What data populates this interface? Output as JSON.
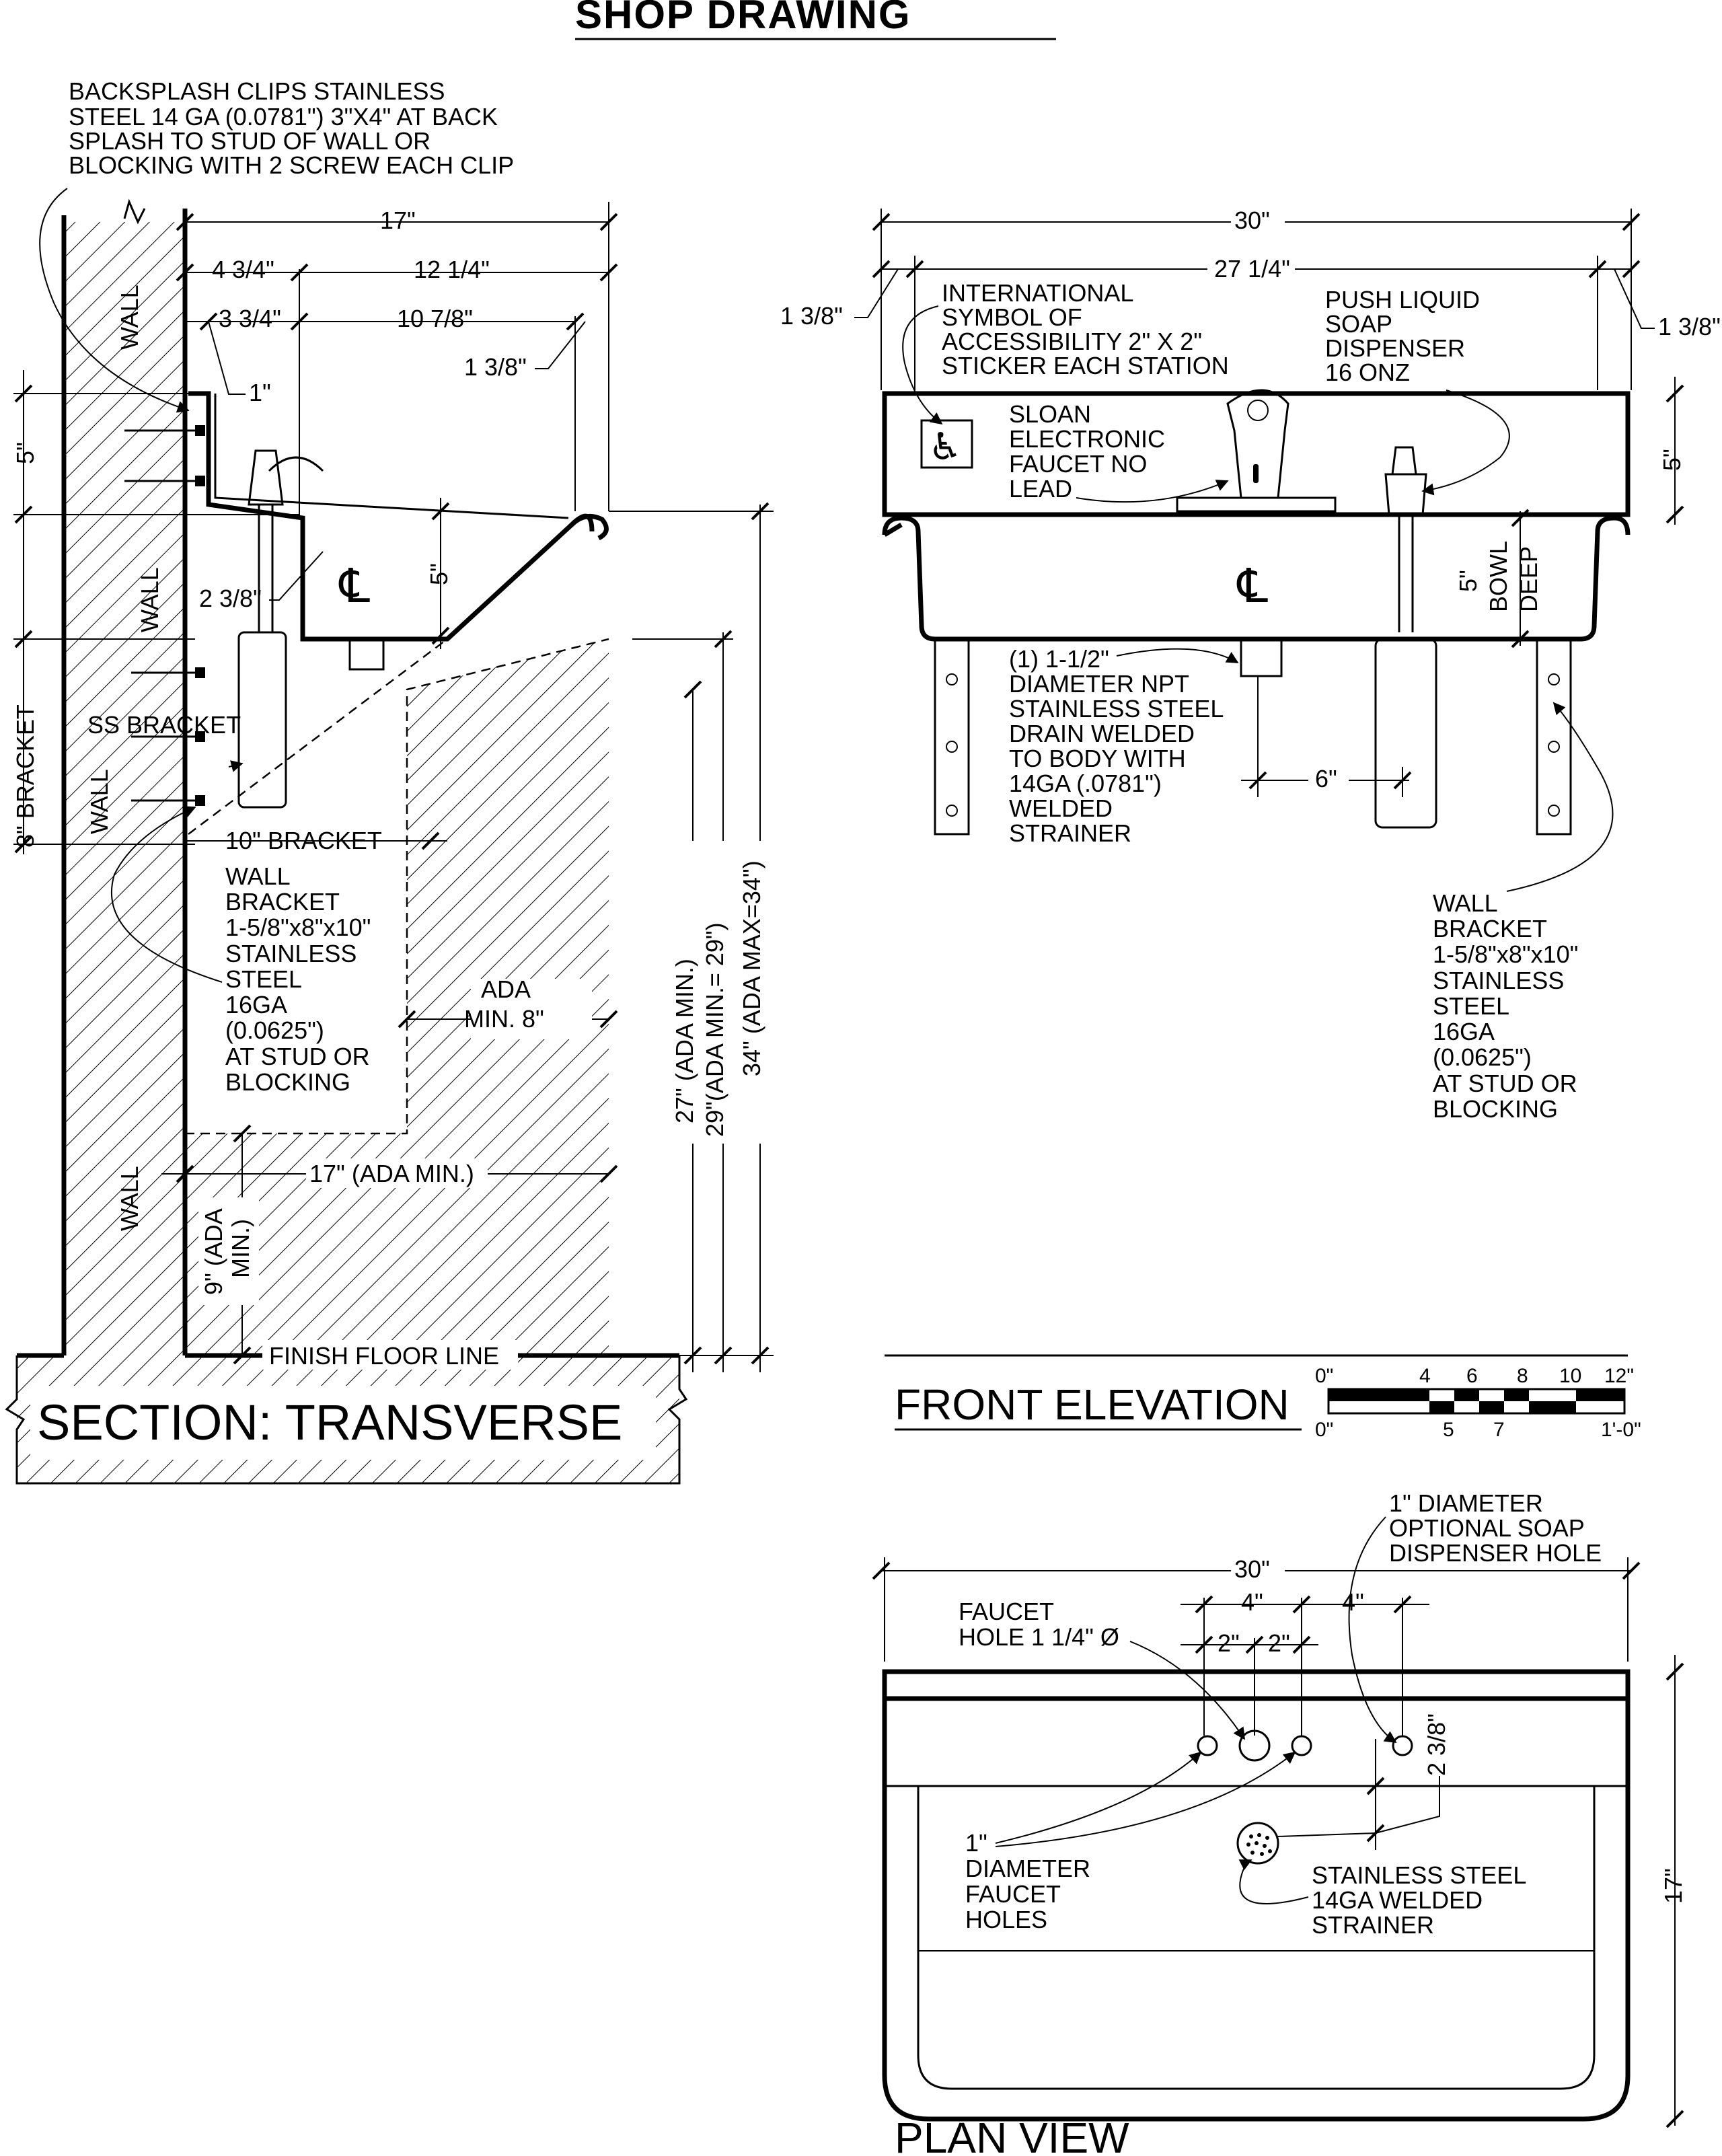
{
  "title": "SHOP DRAWING",
  "section": {
    "heading": "SECTION: TRANSVERSE",
    "backsplash_note": [
      "BACKSPLASH CLIPS STAINLESS",
      "STEEL 14 GA (0.0781\") 3\"X4\" AT BACK",
      "SPLASH TO STUD OF WALL OR",
      "BLOCKING WITH 2 SCREW EACH CLIP"
    ],
    "wall_labels": [
      "WALL",
      "WALL",
      "WALL",
      "WALL"
    ],
    "dims": {
      "top_17": "17\"",
      "d_4_3_4": "4 3/4\"",
      "d_12_1_4": "12 1/4\"",
      "d_3_3_4": "3 3/4\"",
      "d_10_7_8": "10 7/8\"",
      "d_1_3_8": "1 3/8\"",
      "d_1": "1\"",
      "d_5_left": "5\"",
      "d_5_bowl": "5\"",
      "d_2_3_8": "2 3/8\"",
      "bracket_8": "8\" BRACKET",
      "bracket_10": "10\" BRACKET",
      "ada_17": "17\" (ADA MIN.)",
      "ada_9": [
        "9\" (ADA",
        "MIN.)"
      ],
      "ada_27": "27\" (ADA MIN.)",
      "ada_29": "29\"(ADA MIN.= 29\")",
      "ada_34": "34\" (ADA MAX=34\")",
      "ada_8": [
        "ADA",
        "MIN. 8\""
      ]
    },
    "ss_bracket": "SS BRACKET",
    "wall_bracket_note": [
      "WALL",
      "BRACKET",
      "1-5/8\"x8\"x10\"",
      "STAINLESS",
      "STEEL",
      "16GA",
      "(0.0625\")",
      "AT STUD OR",
      "BLOCKING"
    ],
    "centerline": "℄",
    "floor_line": "FINISH FLOOR LINE"
  },
  "front": {
    "heading": "FRONT ELEVATION",
    "dims": {
      "overall_30": "30\"",
      "d_27_1_4": "27 1/4\"",
      "d_1_3_8_left": "1 3/8\"",
      "d_1_3_8_right": "1 3/8\"",
      "d_5": "5\"",
      "d_6": "6\""
    },
    "isa_note": [
      "INTERNATIONAL",
      "SYMBOL OF",
      "ACCESSIBILITY 2\" X 2\"",
      "STICKER EACH STATION"
    ],
    "soap_note": [
      "PUSH LIQUID",
      "SOAP",
      "DISPENSER",
      "16 ONZ"
    ],
    "faucet_note": [
      "SLOAN",
      "ELECTRONIC",
      "FAUCET NO",
      "LEAD"
    ],
    "bowl_note": [
      "5\"",
      "BOWL",
      "DEEP"
    ],
    "drain_note": [
      "(1) 1-1/2\"",
      "DIAMETER NPT",
      "STAINLESS STEEL",
      "DRAIN WELDED",
      "TO BODY WITH",
      "14GA (.0781\")",
      "WELDED",
      "STRAINER"
    ],
    "wall_bracket_note": [
      "WALL",
      "BRACKET",
      "1-5/8\"x8\"x10\"",
      "STAINLESS",
      "STEEL",
      "16GA",
      "(0.0625\")",
      "AT STUD OR",
      "BLOCKING"
    ],
    "centerline": "℄"
  },
  "scale": {
    "top": [
      "0\"",
      "4",
      "6",
      "8",
      "10",
      "12\""
    ],
    "bottom": [
      "0\"",
      "5",
      "7",
      "1'-0\""
    ]
  },
  "plan": {
    "heading": "PLAN VIEW",
    "dims": {
      "overall_30": "30\"",
      "d_4a": "4\"",
      "d_4b": "4\"",
      "d_2a": "2\"",
      "d_2b": "2\"",
      "d_2_3_8": "2 3/8\"",
      "d_17": "17\""
    },
    "faucet_hole_note": [
      "FAUCET",
      "HOLE 1 1/4\" Ø"
    ],
    "soap_hole_note": [
      "1\" DIAMETER",
      "OPTIONAL SOAP",
      "DISPENSER HOLE"
    ],
    "faucet_holes_note": [
      "1\"",
      "DIAMETER",
      "FAUCET",
      "HOLES"
    ],
    "strainer_note": [
      "STAINLESS STEEL",
      "14GA WELDED",
      "STRAINER"
    ]
  }
}
